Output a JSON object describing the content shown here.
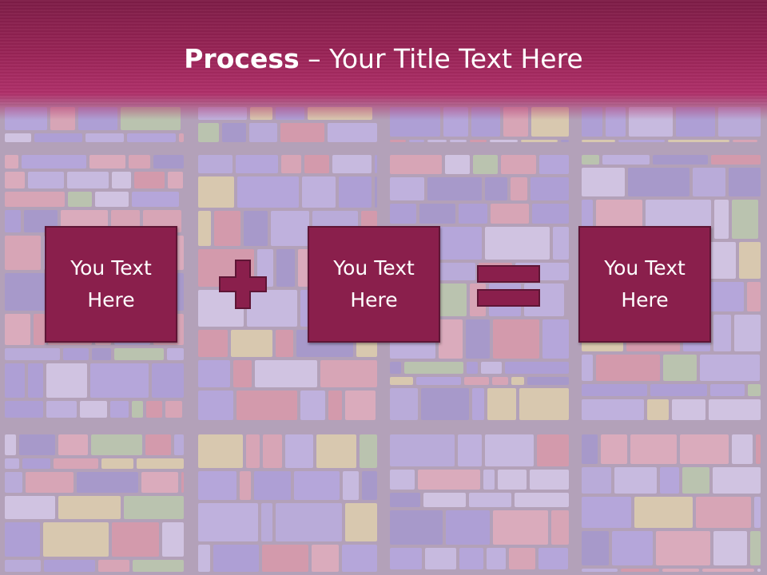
{
  "slide": {
    "title_bold": "Process",
    "title_dash": " – ",
    "title_rest": "Your Title Text Here"
  },
  "boxes": [
    {
      "text": "You Text Here"
    },
    {
      "text": "You Text Here"
    },
    {
      "text": "You Text Here"
    }
  ],
  "operators": [
    "plus-icon",
    "equals-icon"
  ],
  "colors": {
    "header": "#9a2457",
    "box_fill": "#8a1f4c",
    "box_border": "#5e1535",
    "operator_fill": "#8a1f4c",
    "background_overlay": "#c8b4cc"
  }
}
